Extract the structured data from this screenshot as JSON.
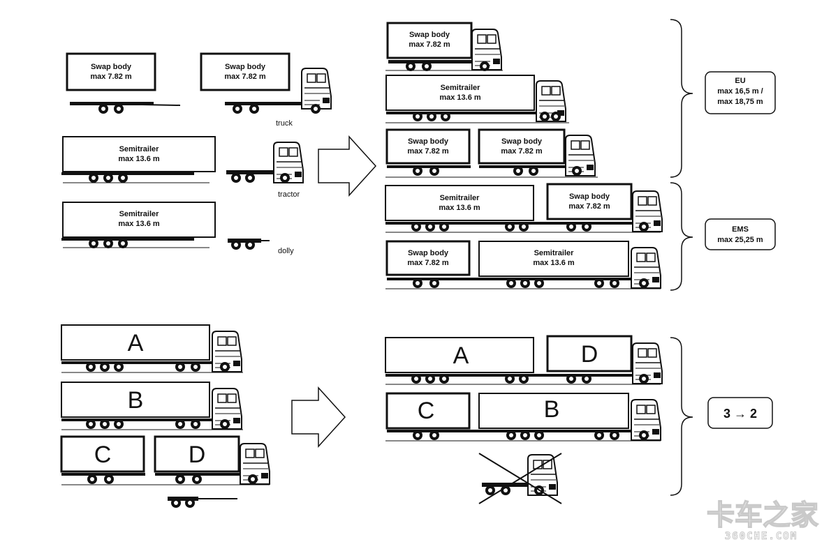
{
  "units": {
    "swap_body": [
      "Swap body",
      "max 7.82 m"
    ],
    "semitrailer": [
      "Semitrailer",
      "max 13.6 m"
    ]
  },
  "vehicle_captions": {
    "truck": "truck",
    "tractor": "tractor",
    "dolly": "dolly"
  },
  "groups": {
    "eu": [
      "EU",
      "max 16,5 m /",
      "max 18,75 m"
    ],
    "ems": [
      "EMS",
      "max 25,25 m"
    ],
    "result": "3 → 2"
  },
  "loads": [
    "A",
    "B",
    "C",
    "D"
  ],
  "watermark": {
    "brand": "卡车之家",
    "site": "360CHE.COM"
  }
}
